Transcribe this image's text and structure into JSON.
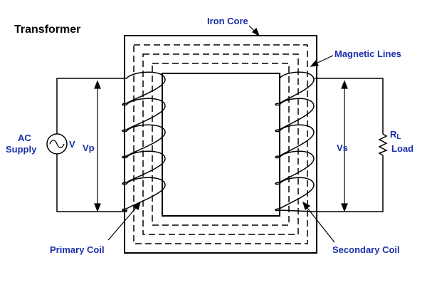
{
  "title": "Transformer",
  "labels": {
    "iron_core": "Iron Core",
    "magnetic_lines": "Magnetic Lines",
    "ac_supply_line1": "AC",
    "ac_supply_line2": "Supply",
    "source_v": "V",
    "vp": "Vp",
    "vs": "Vs",
    "rl_main": "R",
    "rl_sub": "L",
    "load": "Load",
    "primary_coil": "Primary Coil",
    "secondary_coil": "Secondary Coil"
  },
  "colors": {
    "label_blue": "#1a2fa8",
    "line": "#000000",
    "background": "#ffffff"
  }
}
